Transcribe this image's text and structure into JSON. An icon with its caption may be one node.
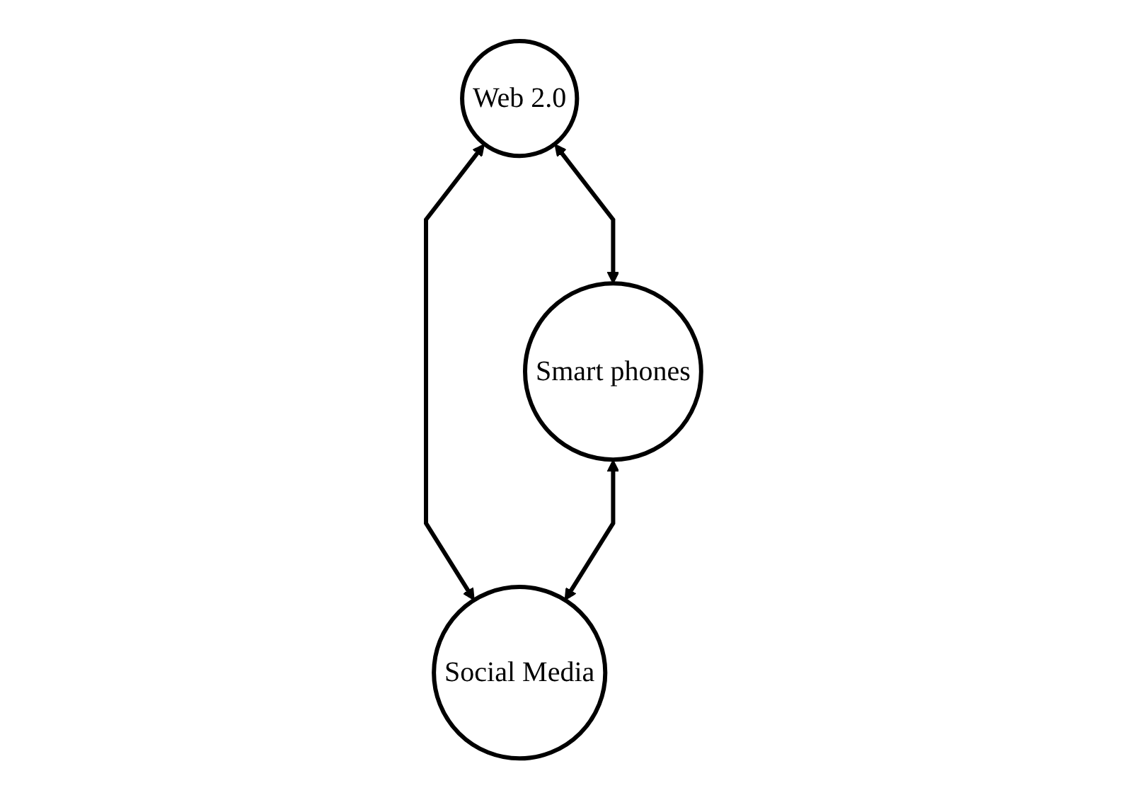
{
  "diagram": {
    "nodes": [
      {
        "text": [
          "Web 2.0"
        ]
      },
      {
        "text": [
          "Smart phones"
        ]
      },
      {
        "text": [
          "Social Media"
        ]
      }
    ],
    "edges": [
      {
        "from": 0,
        "to": 1,
        "arrow": "both"
      },
      {
        "from": 0,
        "to": 2,
        "arrow": "both"
      },
      {
        "from": 1,
        "to": 2,
        "arrow": "both"
      }
    ]
  }
}
